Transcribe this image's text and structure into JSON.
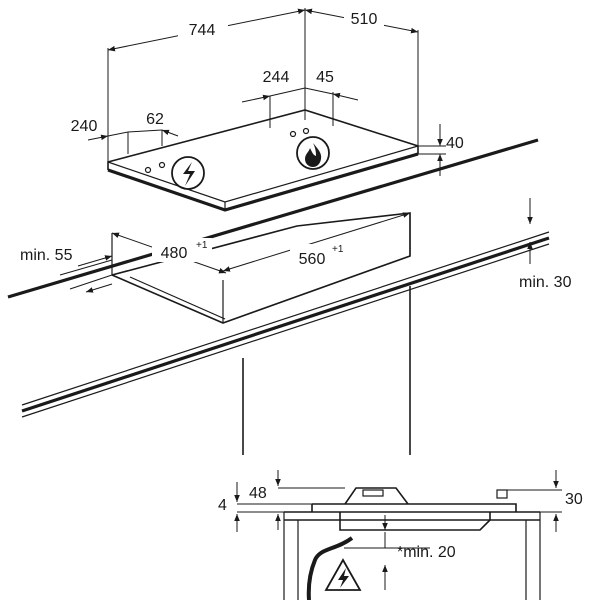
{
  "hob_dimensions": {
    "width": "744",
    "depth": "510",
    "burner_offset": "244",
    "burner_side": "45",
    "edge_front": "240",
    "edge_side": "62",
    "height": "40"
  },
  "cutout_dimensions": {
    "depth": "480",
    "depth_tolerance": "+1",
    "width": "560",
    "width_tolerance": "+1",
    "min_back": "min. 55",
    "min_wall": "min. 30"
  },
  "section_dimensions": {
    "top_4": "4",
    "top_48": "48",
    "right_30": "30",
    "clearance": "*min. 20"
  },
  "icons": {
    "electric": "electric-hazard-icon",
    "gas": "gas-flame-icon",
    "warning": "warning-triangle-icon"
  },
  "colors": {
    "line": "#1a1a1a",
    "background": "#ffffff"
  }
}
